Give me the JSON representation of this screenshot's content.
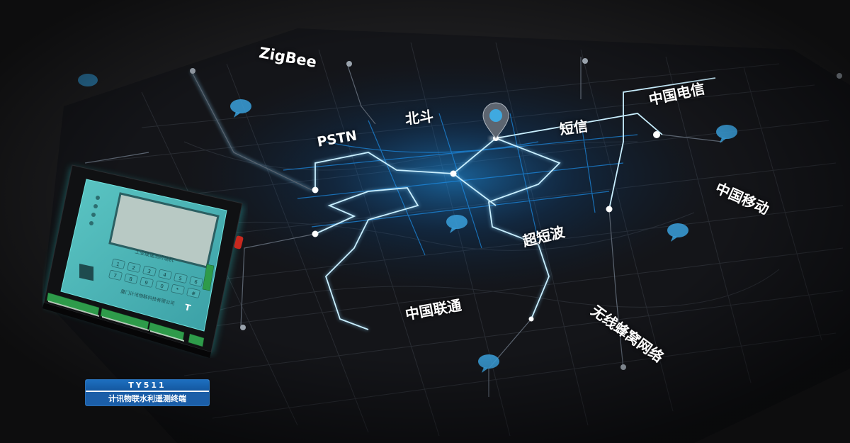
{
  "network_labels": {
    "zigbee": "ZigBee",
    "pstn": "PSTN",
    "beidou": "北斗",
    "sms": "短信",
    "telecom": "中国电信",
    "mobile": "中国移动",
    "ultrashort": "超短波",
    "unicom": "中国联通",
    "cellular": "无线蜂窝网络"
  },
  "product": {
    "model": "TY511",
    "name": "计讯物联水利遥测终端"
  },
  "device_panel": {
    "screen_caption": "工业级遥测终端机",
    "company": "厦门计讯物联科技有限公司",
    "keys": [
      "1",
      "2",
      "3",
      "4",
      "5",
      "6",
      "7",
      "8",
      "9",
      "0",
      "*",
      "#"
    ]
  },
  "colors": {
    "background": "#1c1c1e",
    "glow": "#1ea0ff",
    "route": "#8fd8ff",
    "pin": "#3fa9e0",
    "device_teal": "#49b6b8",
    "plate_blue": "#1b5ea8"
  },
  "icons": [
    "location-pin-icon",
    "chat-bubble-icon",
    "keypad"
  ]
}
